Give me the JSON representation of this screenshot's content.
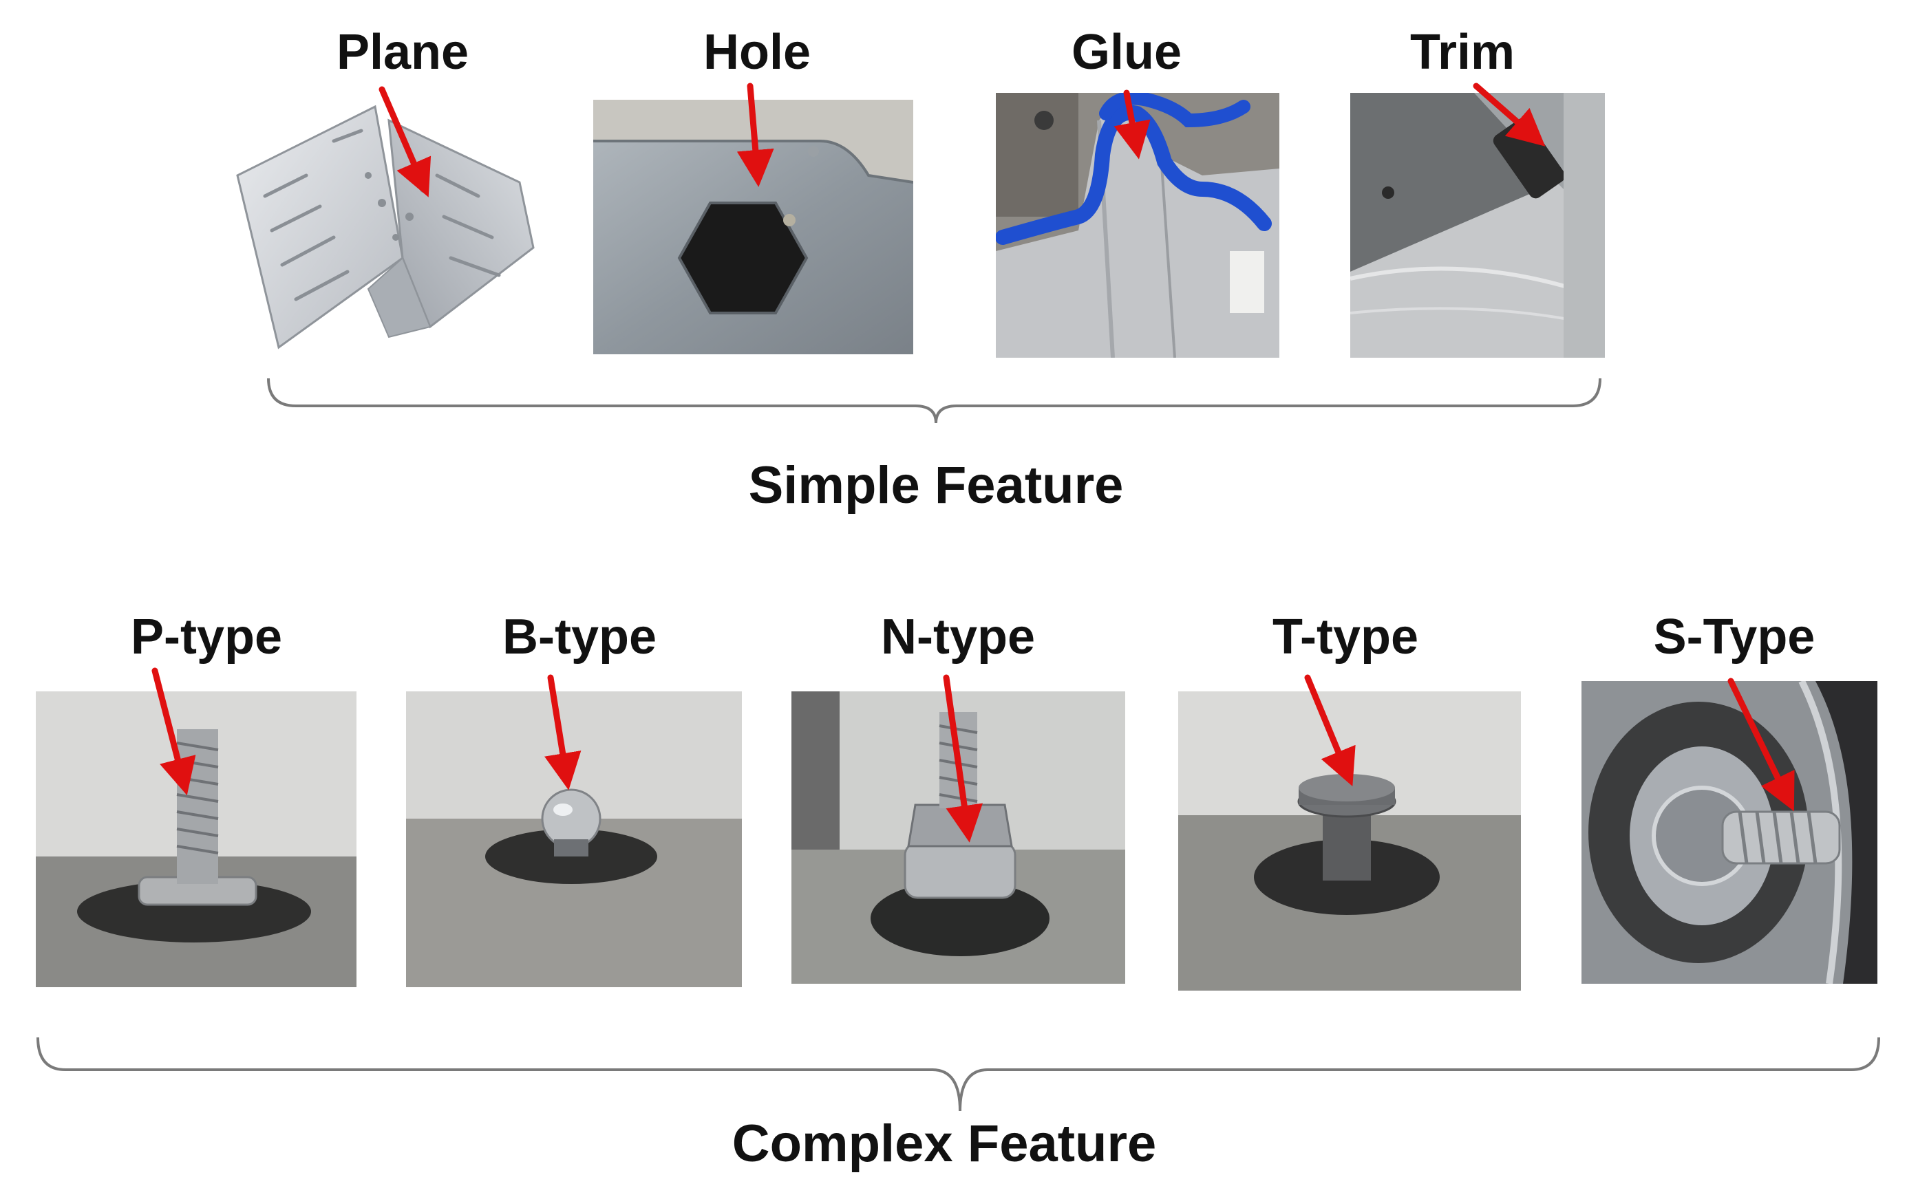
{
  "simple_features": {
    "items": [
      {
        "label": "Plane"
      },
      {
        "label": "Hole"
      },
      {
        "label": "Glue"
      },
      {
        "label": "Trim"
      }
    ],
    "group_label": "Simple Feature"
  },
  "complex_features": {
    "items": [
      {
        "label": "P-type"
      },
      {
        "label": "B-type"
      },
      {
        "label": "N-type"
      },
      {
        "label": "T-type"
      },
      {
        "label": "S-Type"
      }
    ],
    "group_label": "Complex Feature"
  },
  "colors": {
    "arrow": "#e01010",
    "brace": "#7a7a7a",
    "glue": "#1f4fd0"
  }
}
